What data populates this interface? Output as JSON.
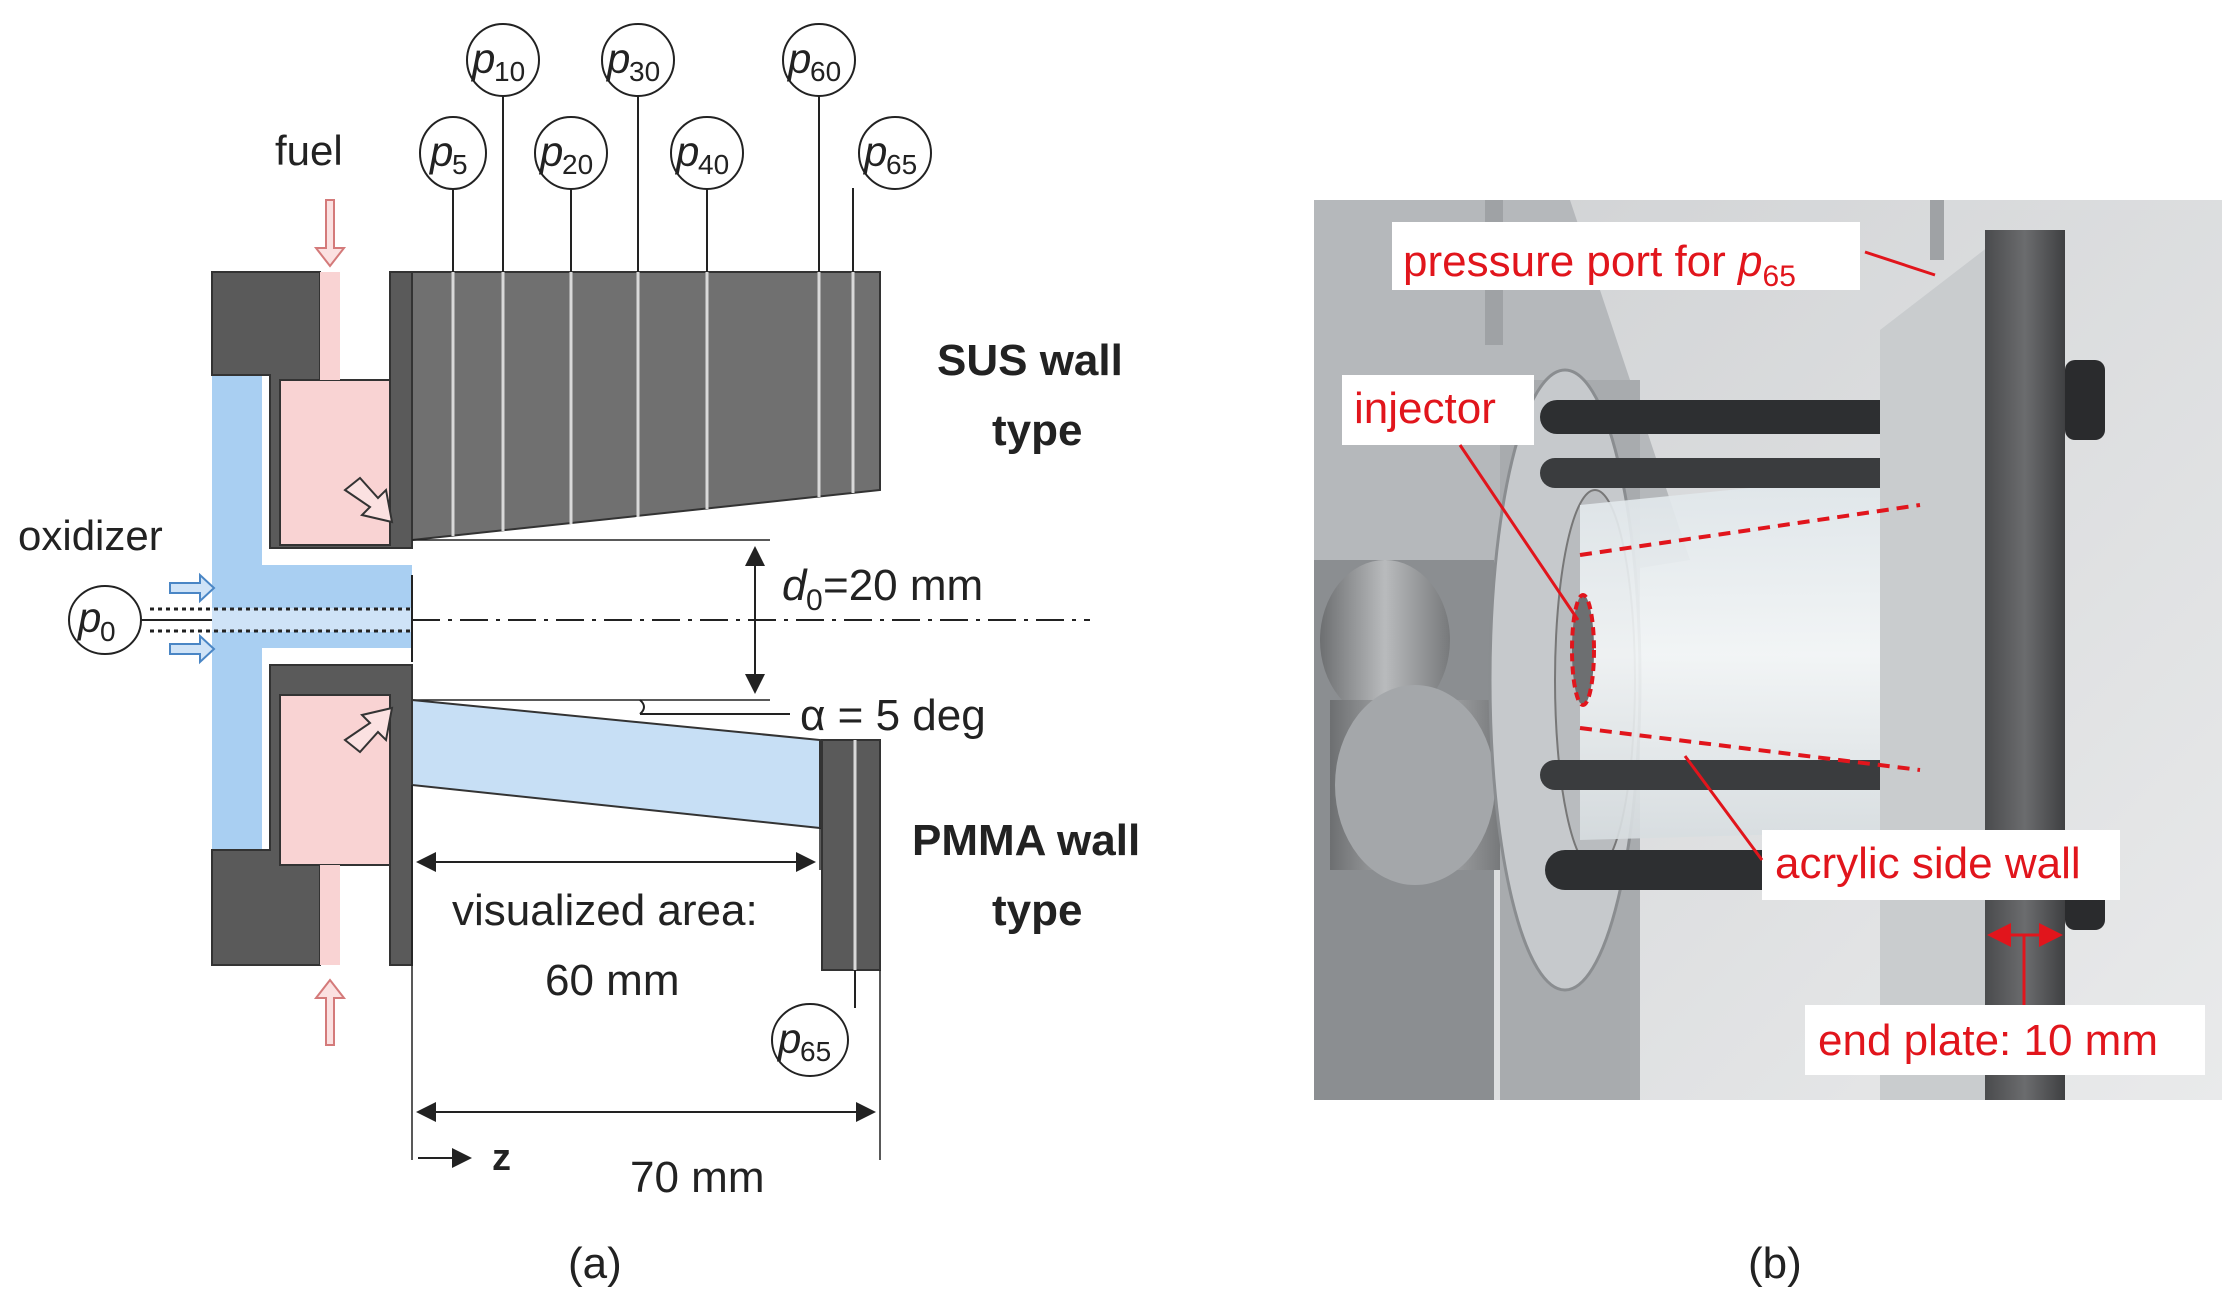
{
  "panel_a": {
    "fuel_label": "fuel",
    "oxidizer_label": "oxidizer",
    "p0_label": "p0",
    "ports": [
      {
        "name": "p",
        "sub": "5"
      },
      {
        "name": "p",
        "sub": "10"
      },
      {
        "name": "p",
        "sub": "20"
      },
      {
        "name": "p",
        "sub": "30"
      },
      {
        "name": "p",
        "sub": "40"
      },
      {
        "name": "p",
        "sub": "60"
      },
      {
        "name": "p",
        "sub": "65"
      }
    ],
    "bottom_port": {
      "name": "p",
      "sub": "65"
    },
    "sus_line1": "SUS wall",
    "sus_line2": "type",
    "pmma_line1": "PMMA wall",
    "pmma_line2": "type",
    "d0_var": "d",
    "d0_sub": "0",
    "d0_value": " =20 mm",
    "alpha_text": "α = 5 deg",
    "visualized_line1": "visualized area:",
    "visualized_line2": "60 mm",
    "z_label": "z",
    "length_label": "70 mm",
    "caption": "(a)"
  },
  "panel_b": {
    "pressure_port_text": "pressure port for ",
    "pressure_port_var": "p",
    "pressure_port_sub": "65",
    "injector_label": "injector",
    "acrylic_label": "acrylic side wall",
    "end_plate_label": "end plate: 10 mm",
    "caption": "(b)"
  },
  "colors": {
    "steel": "#5a5a5a",
    "steel_light": "#8e8e8e",
    "oxidizer_blue": "#a9cff2",
    "fuel_pink": "#f9d3d3",
    "annotation_red": "#e1151c"
  }
}
